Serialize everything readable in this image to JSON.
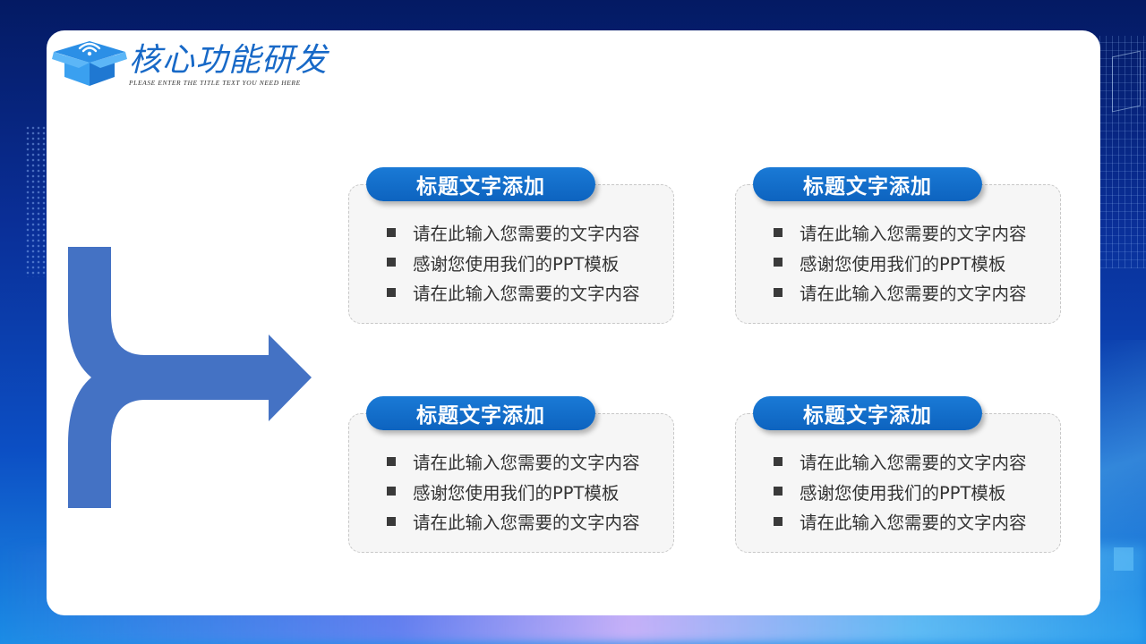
{
  "header": {
    "title": "核心功能研发",
    "subtitle": "PLEASE ENTER THE TITLE TEXT YOU NEED HERE"
  },
  "icons": {
    "logo": "box-wifi-icon",
    "flow": "merge-arrow-icon",
    "bullet": "square-bullet-icon"
  },
  "colors": {
    "primary": "#0d63bf",
    "arrow": "#4472c4",
    "title": "#1869c7",
    "box_bg": "#f6f6f6"
  },
  "cards": [
    {
      "title": "标题文字添加",
      "items": [
        "请在此输入您需要的文字内容",
        "感谢您使用我们的PPT模板",
        "请在此输入您需要的文字内容"
      ]
    },
    {
      "title": "标题文字添加",
      "items": [
        "请在此输入您需要的文字内容",
        "感谢您使用我们的PPT模板",
        "请在此输入您需要的文字内容"
      ]
    },
    {
      "title": "标题文字添加",
      "items": [
        "请在此输入您需要的文字内容",
        "感谢您使用我们的PPT模板",
        "请在此输入您需要的文字内容"
      ]
    },
    {
      "title": "标题文字添加",
      "items": [
        "请在此输入您需要的文字内容",
        "感谢您使用我们的PPT模板",
        "请在此输入您需要的文字内容"
      ]
    }
  ]
}
